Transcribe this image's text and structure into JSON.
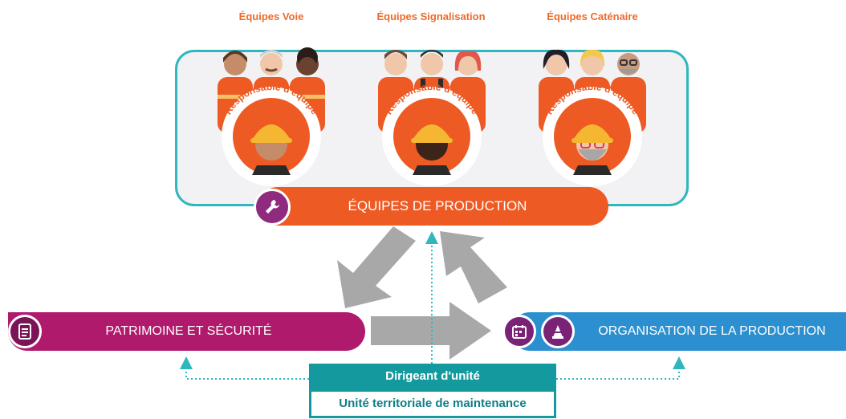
{
  "teams": [
    {
      "title": "Équipes Voie",
      "lead_label": "Responsable d'équipe"
    },
    {
      "title": "Équipes Signalisation",
      "lead_label": "Responsable d'équipe"
    },
    {
      "title": "Équipes Caténaire",
      "lead_label": "Responsable d'équipe"
    }
  ],
  "production": {
    "label": "ÉQUIPES DE PRODUCTION",
    "icon": "wrench-icon"
  },
  "patrimoine": {
    "label": "PATRIMOINE ET SÉCURITÉ",
    "icon": "clipboard-icon"
  },
  "organisation": {
    "label": "ORGANISATION DE LA PRODUCTION",
    "icons": [
      "calendar-icon",
      "traffic-cone-icon"
    ]
  },
  "dirigeant": {
    "label": "Dirigeant d'unité"
  },
  "unite": {
    "label": "Unité territoriale de maintenance"
  },
  "colors": {
    "teal": "#2fb7bd",
    "orange": "#ee5a24",
    "magenta": "#b01a6c",
    "blue": "#2b8fd0",
    "purple": "#8f2a7e",
    "gray_arrow": "#a8a8a8"
  }
}
